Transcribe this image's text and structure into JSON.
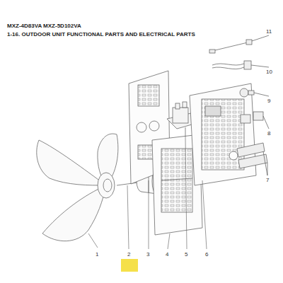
{
  "diagram": {
    "title": "MXZ-4D83VA  MXZ-5D102VA",
    "labels": [
      "1-16. OUTDOOR UNIT FUNCTIONAL PARTS AND ELECTRICAL PARTS",
      "1",
      "2",
      "3",
      "4",
      "5",
      "6",
      "7",
      "8",
      "9",
      "10",
      "11"
    ]
  }
}
